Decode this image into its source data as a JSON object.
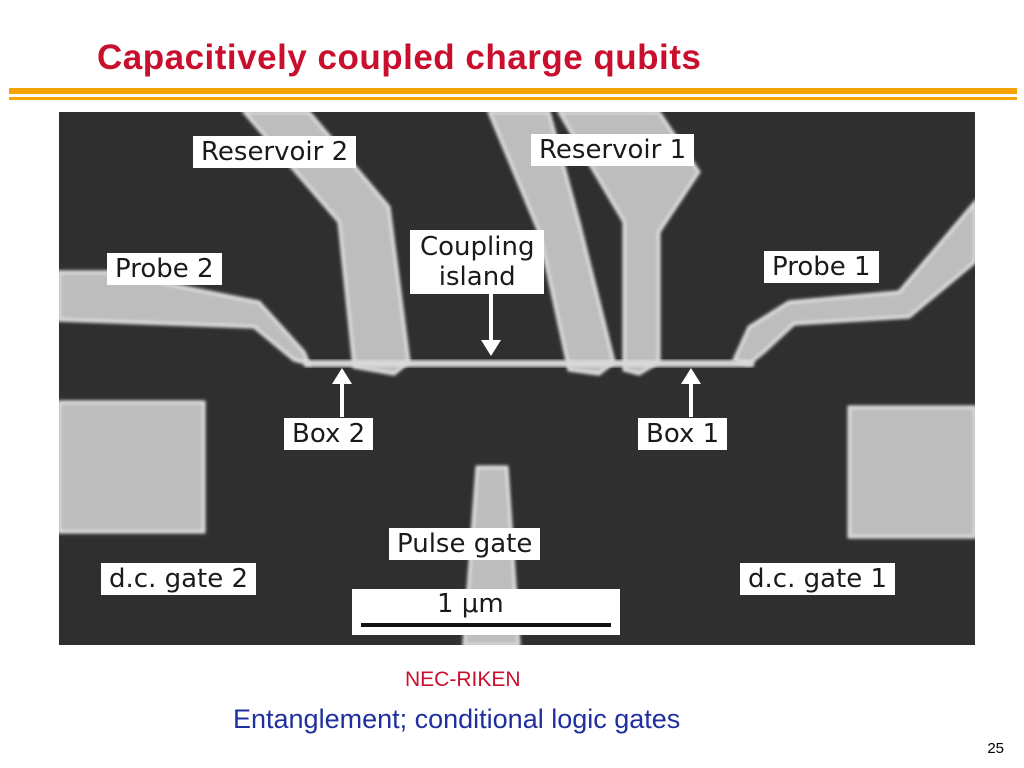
{
  "slide": {
    "title": "Capacitively coupled charge qubits",
    "source": "NEC-RIKEN",
    "subtitle": "Entanglement; conditional logic gates",
    "page_number": "25",
    "accent_color": "#f5a300",
    "title_color": "#c8102e",
    "subtitle_color": "#1f2fa0"
  },
  "micrograph": {
    "labels": {
      "reservoir2": "Reservoir 2",
      "reservoir1": "Reservoir 1",
      "coupling_line1": "Coupling",
      "coupling_line2": "island",
      "probe2": "Probe 2",
      "probe1": "Probe 1",
      "box2": "Box 2",
      "box1": "Box 1",
      "pulse_gate": "Pulse gate",
      "dc_gate2": "d.c. gate 2",
      "dc_gate1": "d.c. gate 1",
      "scale_bar": "1 μm"
    }
  }
}
